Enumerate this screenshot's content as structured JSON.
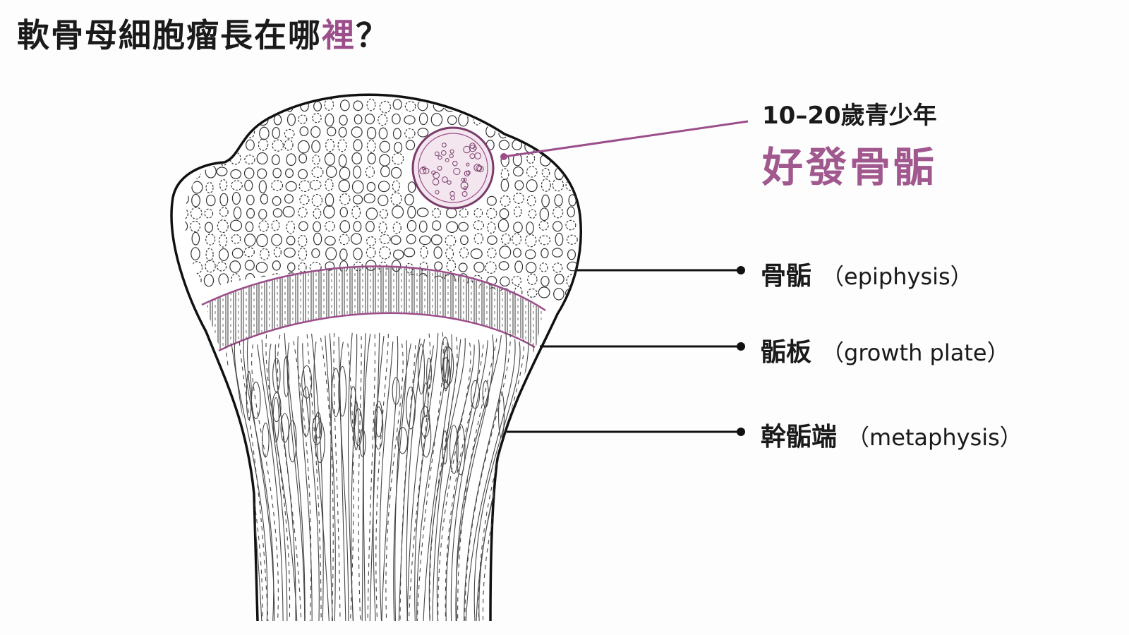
{
  "title": {
    "main": "軟骨母細胞瘤長在哪",
    "accent": "裡",
    "end": "？"
  },
  "callout": {
    "sub": "10–20歲青少年",
    "main": "好發骨骺"
  },
  "labels": [
    {
      "zh": "骨骺",
      "en": "（epiphysis）"
    },
    {
      "zh": "骺板",
      "en": "（growth plate）"
    },
    {
      "zh": "幹骺端",
      "en": "（metaphysis）"
    }
  ],
  "colors": {
    "accent": "#9c4e8a",
    "line": "#1a1a1a"
  }
}
